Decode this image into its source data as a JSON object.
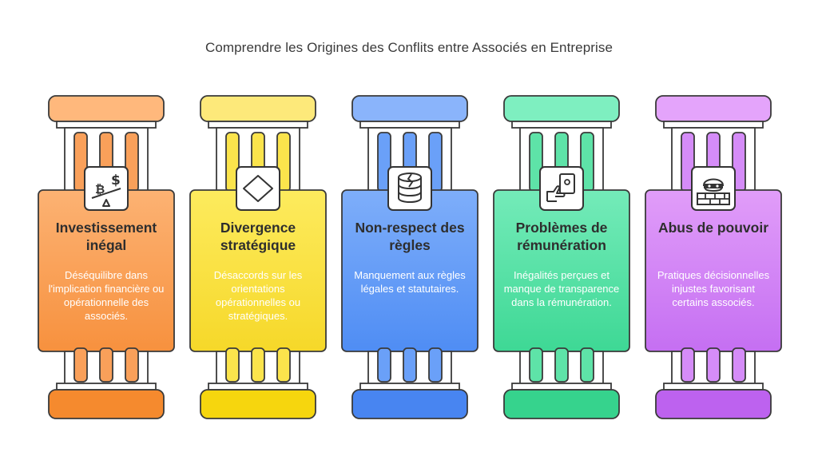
{
  "title": "Comprendre les Origines des Conflits entre Associés en Entreprise",
  "pillars": [
    {
      "heading": "Investissement inégal",
      "description": "Déséquilibre dans l'implication financière ou opérationnelle des associés.",
      "icon": "balance-scale-bitcoin-dollar-icon",
      "colors": {
        "top": "#ffb87c",
        "columns": "#f9a05a",
        "body_top": "#fcb273",
        "body_bottom": "#f7913e",
        "base": "#f58a2e"
      }
    },
    {
      "heading": "Divergence stratégique",
      "description": "Désaccords sur les orientations opérationnelles ou stratégiques.",
      "icon": "diamond-icon",
      "colors": {
        "top": "#fde97a",
        "columns": "#fbe44c",
        "body_top": "#fdeb5e",
        "body_bottom": "#f6d829",
        "base": "#f6d60e"
      }
    },
    {
      "heading": "Non-respect des règles",
      "description": "Manquement aux règles légales et statutaires.",
      "icon": "database-broken-icon",
      "colors": {
        "top": "#8ab4fb",
        "columns": "#6aa0f8",
        "body_top": "#7eaefa",
        "body_bottom": "#4f8df4",
        "base": "#4885f1"
      }
    },
    {
      "heading": "Problèmes de rémunération",
      "description": "Inégalités perçues et manque de transparence dans la rémunération.",
      "icon": "hand-money-icon",
      "colors": {
        "top": "#7eefc0",
        "columns": "#5ee3a8",
        "body_top": "#74ebb9",
        "body_bottom": "#3ed895",
        "base": "#36d38d"
      }
    },
    {
      "heading": "Abus de pouvoir",
      "description": "Pratiques décisionnelles injustes favorisant certains associés.",
      "icon": "bandit-over-wall-icon",
      "colors": {
        "top": "#e4a4fb",
        "columns": "#d58cf8",
        "body_top": "#e19df9",
        "body_bottom": "#c56ff2",
        "base": "#bd62ef"
      }
    }
  ]
}
